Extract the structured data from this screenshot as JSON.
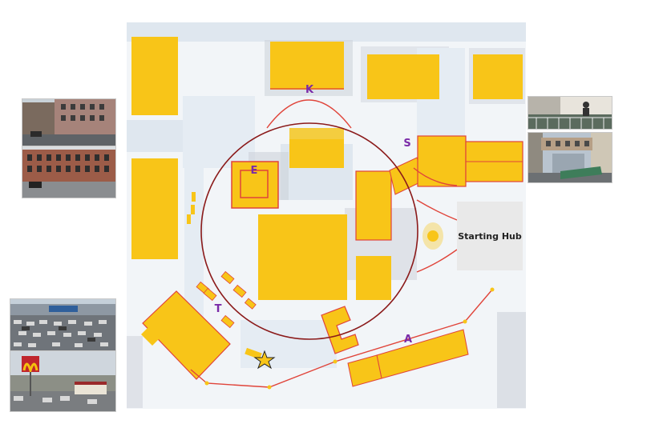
{
  "map": {
    "landmarks": [
      {
        "id": "K",
        "label": "K"
      },
      {
        "id": "E",
        "label": "E"
      },
      {
        "id": "S",
        "label": "S"
      },
      {
        "id": "T",
        "label": "T"
      },
      {
        "id": "A",
        "label": "A"
      }
    ],
    "start": {
      "label": "Starting Hub"
    },
    "colors": {
      "background": "#f2f5f8",
      "street_tile": "#dde6ee",
      "block_gray": "#c9ced6",
      "building": "#f8c518",
      "building_edge": "#e0443a",
      "loop_ring": "#8b1a1a",
      "route": "#e0443a",
      "route_marker": "#f8c518",
      "label": "#7a2aa8",
      "hub_fill": "#e9e9e9"
    },
    "icons": {
      "goal": "star-icon",
      "start": "hub-glow-icon"
    }
  },
  "photos": {
    "left_top_1": {
      "scene": "apartment-street-photo"
    },
    "left_top_2": {
      "scene": "brick-apartment-photo"
    },
    "left_bottom_1": {
      "scene": "walmart-parking-photo"
    },
    "left_bottom_2": {
      "scene": "mcdonalds-parking-photo"
    },
    "right_top_1": {
      "scene": "balcony-railing-photo"
    },
    "right_top_2": {
      "scene": "skybridge-street-photo"
    }
  }
}
